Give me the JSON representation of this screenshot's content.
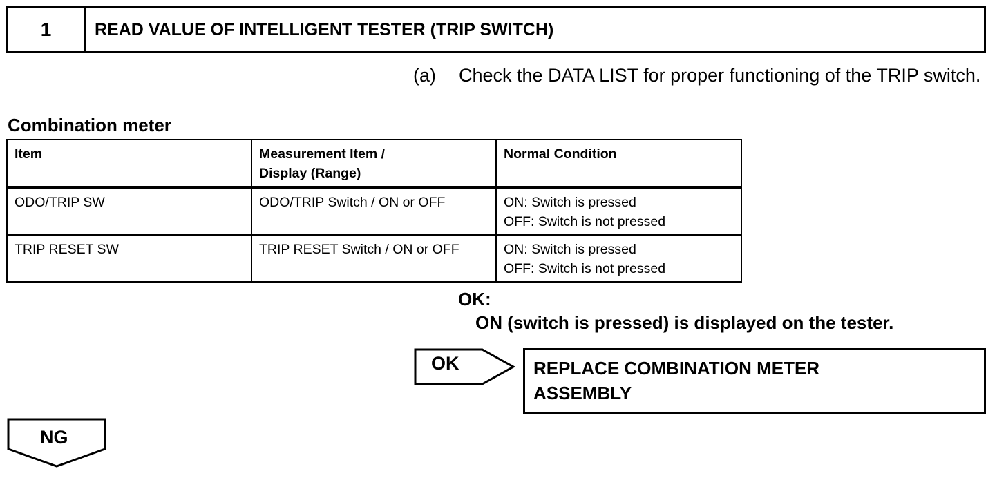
{
  "step": {
    "number": "1",
    "title": "READ VALUE OF INTELLIGENT TESTER (TRIP SWITCH)"
  },
  "instruction": {
    "marker": "(a)",
    "text": "Check the DATA LIST for proper functioning of the TRIP switch."
  },
  "table": {
    "title": "Combination meter",
    "headers": {
      "item": "Item",
      "measurement_line1": "Measurement Item /",
      "measurement_line2": "Display (Range)",
      "normal": "Normal Condition"
    },
    "rows": [
      {
        "item": "ODO/TRIP SW",
        "measurement": "ODO/TRIP Switch / ON or OFF",
        "normal_on": "ON: Switch is pressed",
        "normal_off": "OFF: Switch is not pressed"
      },
      {
        "item": "TRIP RESET SW",
        "measurement": "TRIP RESET Switch / ON or OFF",
        "normal_on": "ON: Switch is pressed",
        "normal_off": "OFF: Switch is not pressed"
      }
    ]
  },
  "ok_condition": {
    "label": "OK:",
    "description": "ON (switch is pressed) is displayed on the tester."
  },
  "ok_branch": {
    "arrow_label": "OK",
    "result_line1": "REPLACE COMBINATION METER",
    "result_line2": "ASSEMBLY"
  },
  "ng_branch": {
    "label": "NG"
  }
}
